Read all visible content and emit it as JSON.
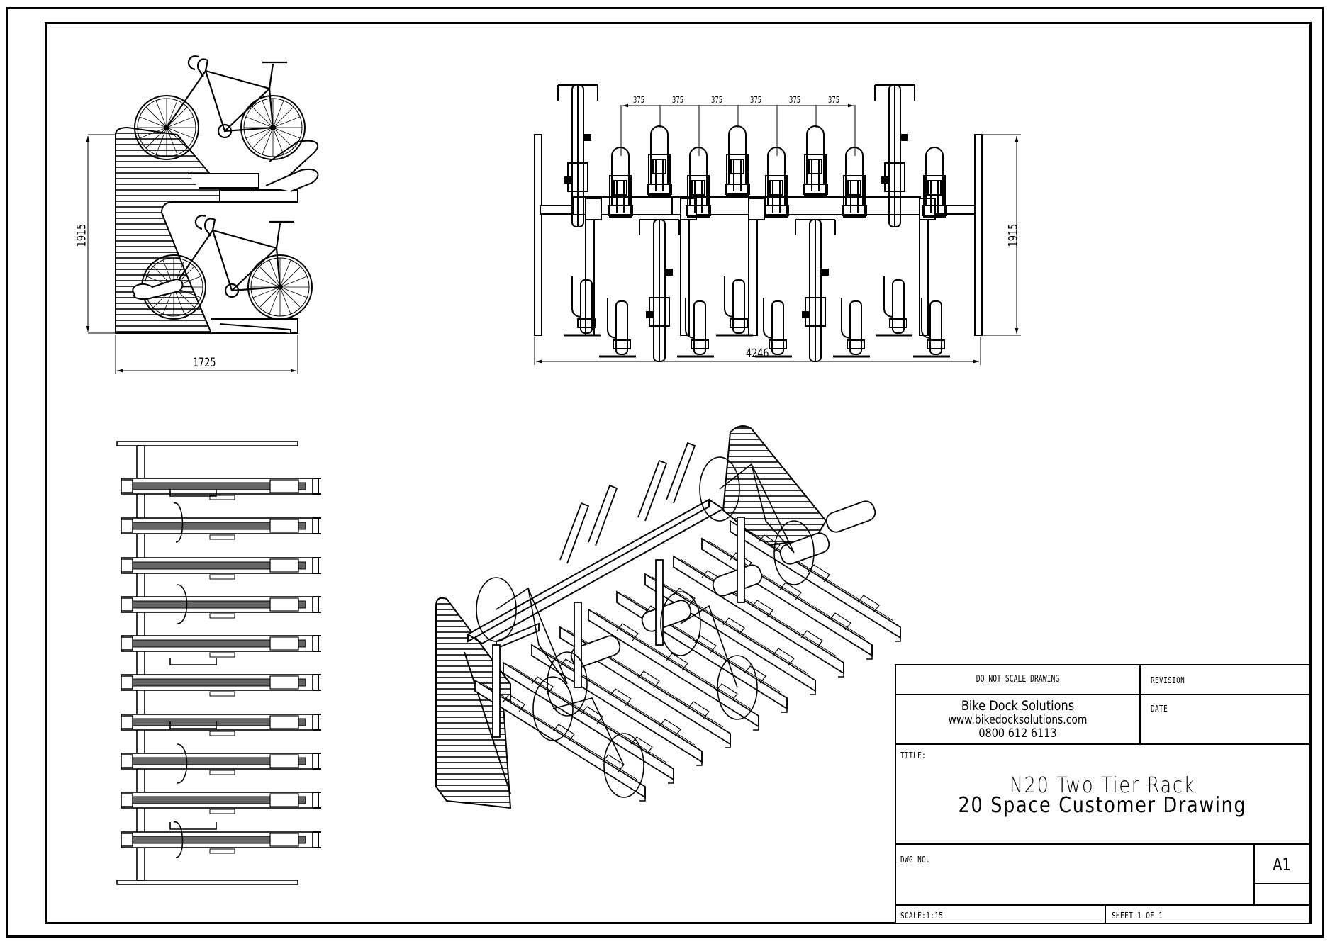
{
  "drawing": {
    "side_elevation": {
      "height_dim": "1915",
      "width_dim": "1725"
    },
    "front_elevation": {
      "spacing_dims": [
        "375",
        "375",
        "375",
        "375",
        "375",
        "375"
      ],
      "height_dim": "1915",
      "width_dim": "4246"
    },
    "plan_view": {
      "rack_count": 10
    },
    "isometric_view": {
      "label": ""
    }
  },
  "title_block": {
    "warning": "DO NOT SCALE DRAWING",
    "revision_label": "REVISION",
    "date_label": "DATE",
    "company_name": "Bike Dock Solutions",
    "company_website": "www.bikedocksolutions.com",
    "company_phone": "0800 612 6113",
    "title_label": "TITLE:",
    "title_line1": "N20 Two Tier Rack",
    "title_line2": "20 Space Customer Drawing",
    "dwg_no_label": "DWG NO.",
    "sheet_size": "A1",
    "scale": "SCALE:1:15",
    "sheet": "SHEET 1 OF 1"
  }
}
